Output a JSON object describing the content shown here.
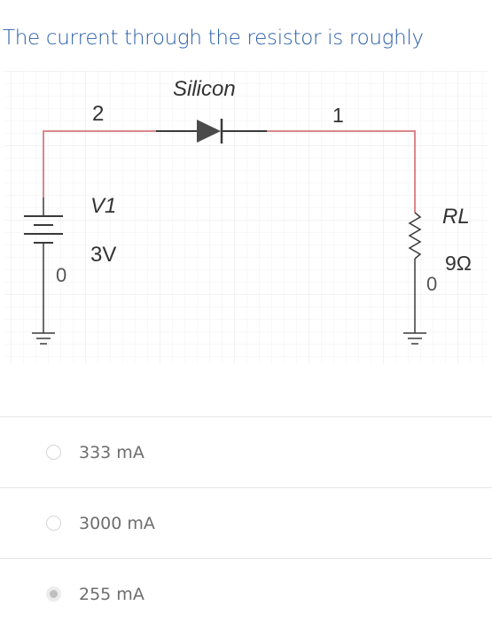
{
  "question": {
    "text": "The current through the resistor is roughly"
  },
  "circuit": {
    "diode_label": "Silicon",
    "node_left_top": "2",
    "node_right_top": "1",
    "source_name": "V1",
    "source_value": "3V",
    "node_left_bottom": "0",
    "resistor_name": "RL",
    "resistor_value": "9Ω",
    "node_right_bottom": "0",
    "wire_color": "#d9878b",
    "component_color": "#404040",
    "grid_color": "#eeeeee"
  },
  "options": [
    {
      "label": "333 mA",
      "selected": false
    },
    {
      "label": "3000 mA",
      "selected": false
    },
    {
      "label": "255 mA",
      "selected": true
    }
  ]
}
